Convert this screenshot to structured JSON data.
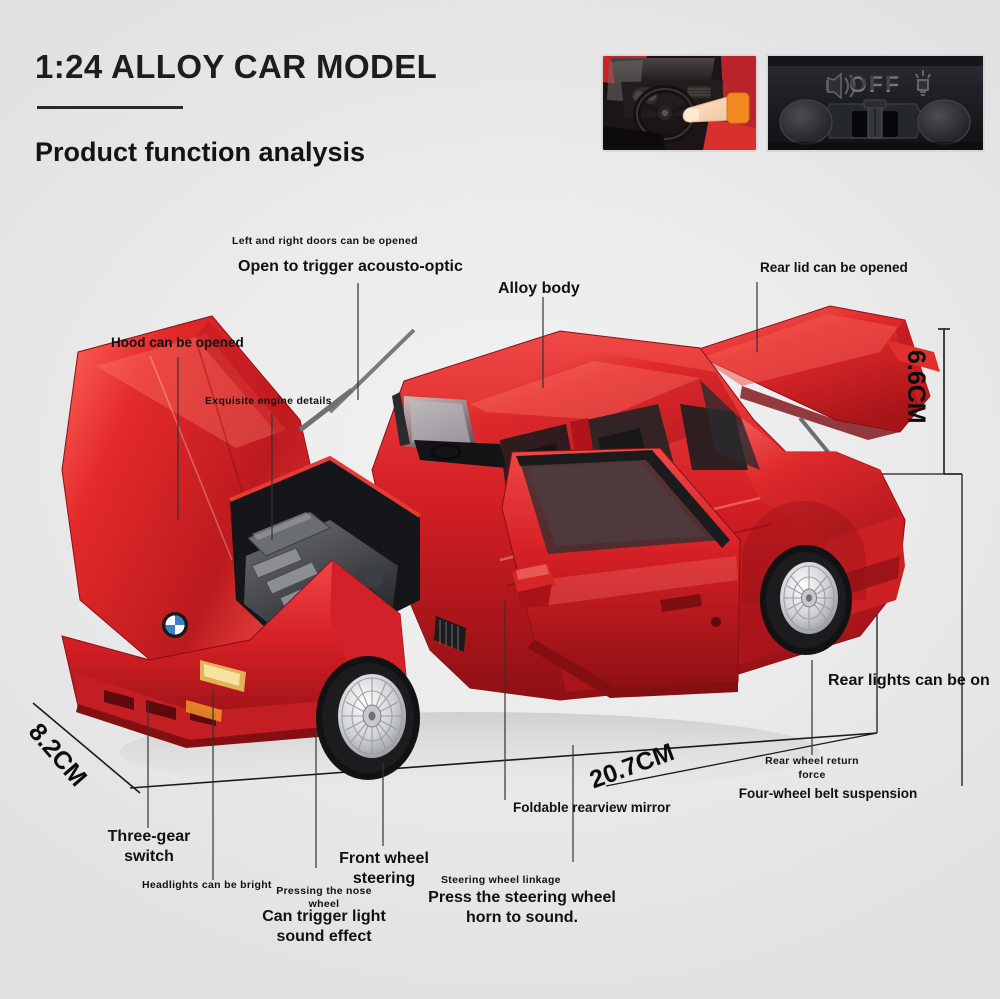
{
  "header": {
    "title": "1:24 ALLOY CAR MODEL",
    "subtitle": "Product function analysis"
  },
  "thumbnails": [
    {
      "name": "steering-wheel-press-photo",
      "caption": "hand pressing steering wheel horn"
    },
    {
      "name": "three-gear-switch-photo",
      "caption": "three-gear switch",
      "switch_labels": [
        "sound",
        "OFF",
        "light"
      ],
      "off_text": "OFF"
    }
  ],
  "annotations": {
    "doors": "Left and right doors can be opened",
    "acousto_optic": "Open to trigger acousto-optic",
    "alloy_body": "Alloy body",
    "rear_lid": "Rear lid can be opened",
    "hood": "Hood can be opened",
    "engine": "Exquisite engine details",
    "rear_lights": "Rear lights can be on",
    "rear_wheel_return": "Rear wheel return",
    "rear_wheel_force": "force",
    "suspension": "Four-wheel belt suspension",
    "mirror": "Foldable rearview mirror",
    "three_gear_1": "Three-gear",
    "three_gear_2": "switch",
    "headlights": "Headlights can be bright",
    "pressing_nose_1": "Pressing the nose",
    "pressing_nose_2": "wheel",
    "light_sound_1": "Can trigger light",
    "light_sound_2": "sound effect",
    "front_wheel_1": "Front wheel",
    "front_wheel_2": "steering",
    "steering_linkage": "Steering wheel linkage",
    "horn_1": "Press the steering wheel",
    "horn_2": "horn to sound."
  },
  "dimensions": {
    "height": "6.6CM",
    "length": "20.7CM",
    "width": "8.2CM"
  },
  "colors": {
    "background": "#eaeaea",
    "body_red": "#d81f26",
    "body_red_dark": "#9e1118",
    "body_red_light": "#ef4a48",
    "text": "#111111",
    "leader_line": "#333333"
  }
}
